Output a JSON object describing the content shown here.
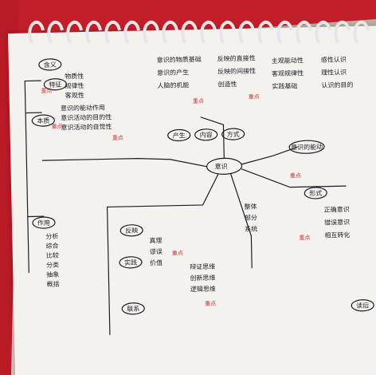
{
  "scene": {
    "colors": {
      "paper": "#f4f2ef",
      "ink": "#1c1c22",
      "red_ink": "#d3383a",
      "cover": "#c21e2a"
    }
  },
  "central_node": "意识",
  "branch_nodes": {
    "left_top": "含义",
    "left_mid": "特征",
    "left_middle": "本质",
    "left_bottom": "作用",
    "top_a": "产生",
    "top_b": "内容",
    "top_c": "方式",
    "right_a": "意识的能动",
    "right_b": "形式",
    "bottom_a": "反映",
    "bottom_b": "实践",
    "bottom_c": "联系"
  },
  "leaf_texts": [
    "物质性",
    "规律性",
    "客观性",
    "意识的能动作用",
    "意识活动的目的性",
    "意识活动的自觉性",
    "意识的物质基础",
    "意识的产生",
    "人脑的机能",
    "反映的直接性",
    "反映的间接性",
    "创造性",
    "主观能动性",
    "客观规律性",
    "实践基础",
    "感性认识",
    "理性认识",
    "认识的目的",
    "分析",
    "综合",
    "比较",
    "分类",
    "抽象",
    "概括",
    "真理",
    "谬误",
    "价值",
    "辩证思维",
    "创新思维",
    "逻辑思维",
    "整体",
    "部分",
    "系统",
    "正确意识",
    "错误意识",
    "相互转化"
  ],
  "red_marks": [
    "重点",
    "重点",
    "重点",
    "重点",
    "重点",
    "重点",
    "重点",
    "重点",
    "重点"
  ],
  "corner_note": "读后"
}
